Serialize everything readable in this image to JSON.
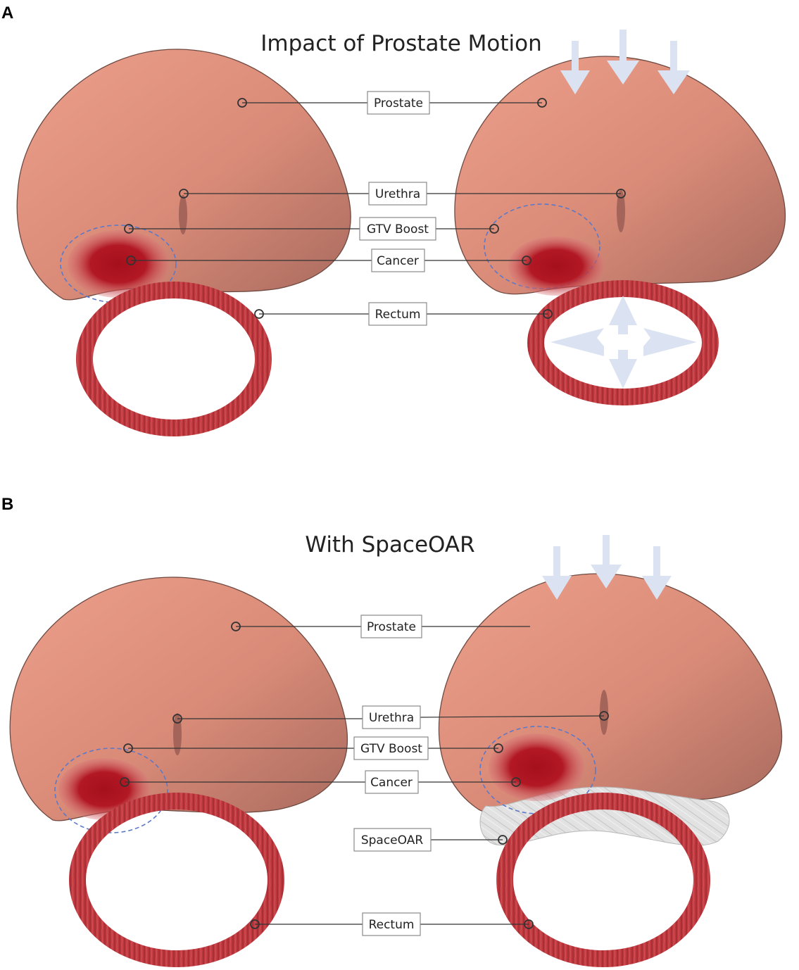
{
  "panels": [
    {
      "letter": "A",
      "title": "Impact of Prostate Motion"
    },
    {
      "letter": "B",
      "title": "With SpaceOAR"
    }
  ],
  "labels": {
    "prostate": "Prostate",
    "urethra": "Urethra",
    "gtv_boost": "GTV Boost",
    "cancer": "Cancer",
    "rectum": "Rectum",
    "spaceoar": "SpaceOAR"
  },
  "colors": {
    "prostate": "#d98b78",
    "rectum": "#c0393d",
    "cancer": "#a50f1c",
    "gtv_outline": "#5b79c9",
    "motion_arrow": "#dbe3f2",
    "spaceoar": "#dcdcdc"
  },
  "icons": [
    "motion-arrow-icon",
    "compression-arrow-icon"
  ]
}
